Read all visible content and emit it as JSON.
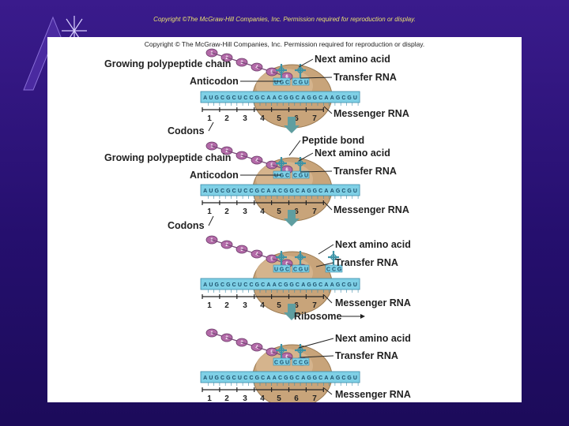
{
  "slide": {
    "copyright_top": "Copyright ©The McGraw-Hill Companies, Inc. Permission required for reproduction or display.",
    "copyright_inner": "Copyright © The McGraw-Hill Companies, Inc. Permission required for reproduction or display."
  },
  "mrna_sequence": [
    "A",
    "U",
    "G",
    "C",
    "G",
    "C",
    "U",
    "C",
    "C",
    "G",
    "C",
    "A",
    "A",
    "C",
    "G",
    "G",
    "C",
    "A",
    "G",
    "G",
    "C",
    "A",
    "A",
    "G",
    "C",
    "G",
    "U"
  ],
  "codon_numbers": [
    "1",
    "2",
    "3",
    "4",
    "5",
    "6",
    "7"
  ],
  "panels": [
    {
      "labels": [
        "Growing polypeptide chain",
        "Anticodon",
        "Codons",
        "Next amino acid",
        "Transfer RNA",
        "Messenger RNA"
      ],
      "chain_beads": [
        "1",
        "2",
        "3",
        "4",
        "5",
        "6"
      ],
      "anticodons": [
        [
          "U",
          "G",
          "C"
        ],
        [
          "C",
          "G",
          "U"
        ]
      ]
    },
    {
      "labels": [
        "Peptide bond",
        "Growing polypeptide chain",
        "Next amino acid",
        "Anticodon",
        "Transfer RNA",
        "Messenger RNA",
        "Codons"
      ],
      "chain_beads": [
        "1",
        "2",
        "3",
        "4",
        "5",
        "6"
      ],
      "anticodons": [
        [
          "U",
          "G",
          "C"
        ],
        [
          "C",
          "G",
          "U"
        ]
      ]
    },
    {
      "labels": [
        "Next amino acid",
        "Transfer RNA",
        "Messenger RNA",
        "Ribosome"
      ],
      "chain_beads": [
        "1",
        "2",
        "3",
        "4",
        "5",
        "6",
        "7"
      ],
      "anticodons": [
        [
          "U",
          "G",
          "C"
        ],
        [
          "C",
          "G",
          "U"
        ],
        [
          "C",
          "C",
          "G"
        ]
      ]
    },
    {
      "labels": [
        "Next amino acid",
        "Transfer RNA",
        "Messenger RNA"
      ],
      "chain_beads": [
        "1",
        "2",
        "3",
        "4",
        "5",
        "6",
        "7"
      ],
      "anticodons": [
        [
          "C",
          "G",
          "U"
        ],
        [
          "C",
          "C",
          "G"
        ]
      ]
    }
  ],
  "colors": {
    "background": "#2a1278",
    "ribosome": "#c8a47a",
    "mrna": "#7fd0e6",
    "trna": "#3c93a6",
    "peptide_bead": "#b36aa8",
    "arrow": "#5f9ea0",
    "copyright_top": "#e8e070"
  }
}
